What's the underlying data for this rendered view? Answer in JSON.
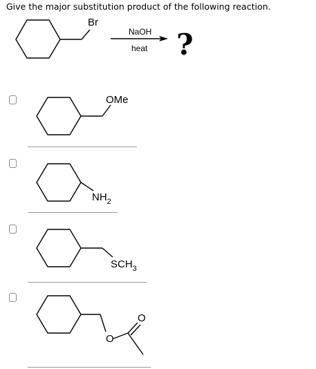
{
  "question": {
    "text": "Give the major substitution product of the following reaction."
  },
  "reaction": {
    "substituent": "Br",
    "reagent": "NaOH",
    "condition": "heat",
    "product": "?"
  },
  "options": [
    {
      "group": "OMe"
    },
    {
      "group_main": "NH",
      "group_sub": "2"
    },
    {
      "group_main": "SCH",
      "group_sub": "3"
    },
    {
      "o_ether": "O",
      "o_carbonyl": "O"
    }
  ]
}
